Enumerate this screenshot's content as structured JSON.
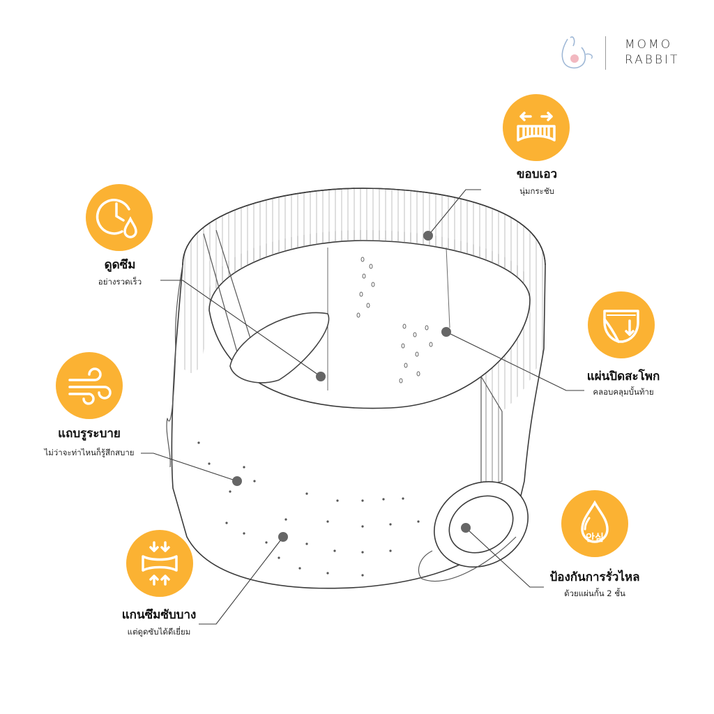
{
  "brand": {
    "line1": "MOMO",
    "line2": "RABBIT"
  },
  "features": {
    "waistband": {
      "icon": "stretch-waistband-icon",
      "title": "ขอบเอว",
      "subtitle": "นุ่มกระชับ"
    },
    "absorb": {
      "icon": "clock-droplet-icon",
      "title": "ดูดซึม",
      "subtitle": "อย่างรวดเร็ว"
    },
    "hip_cover": {
      "icon": "diaper-back-icon",
      "title": "แผ่นปิดสะโพก",
      "subtitle": "คลอบคลุมบั้นท้าย"
    },
    "breathable": {
      "icon": "wind-icon",
      "title": "แถบรูระบาย",
      "subtitle": "ไม่ว่าจะท่าไหนก็รู้สึกสบาย"
    },
    "leak_guard": {
      "icon": "droplet-shield-icon",
      "title": "ป้องกันการรั่วไหล",
      "subtitle": "ด้วยแผ่นกั้น 2 ชั้น",
      "badge": "안심"
    },
    "thin_core": {
      "icon": "compress-core-icon",
      "title": "แกนซึมซับบาง",
      "subtitle": "แต่ดูดซับได้ดีเยี่ยม"
    }
  },
  "colors": {
    "accent": "#fbb233",
    "line": "#3a3a3a",
    "dot": "#666666"
  }
}
